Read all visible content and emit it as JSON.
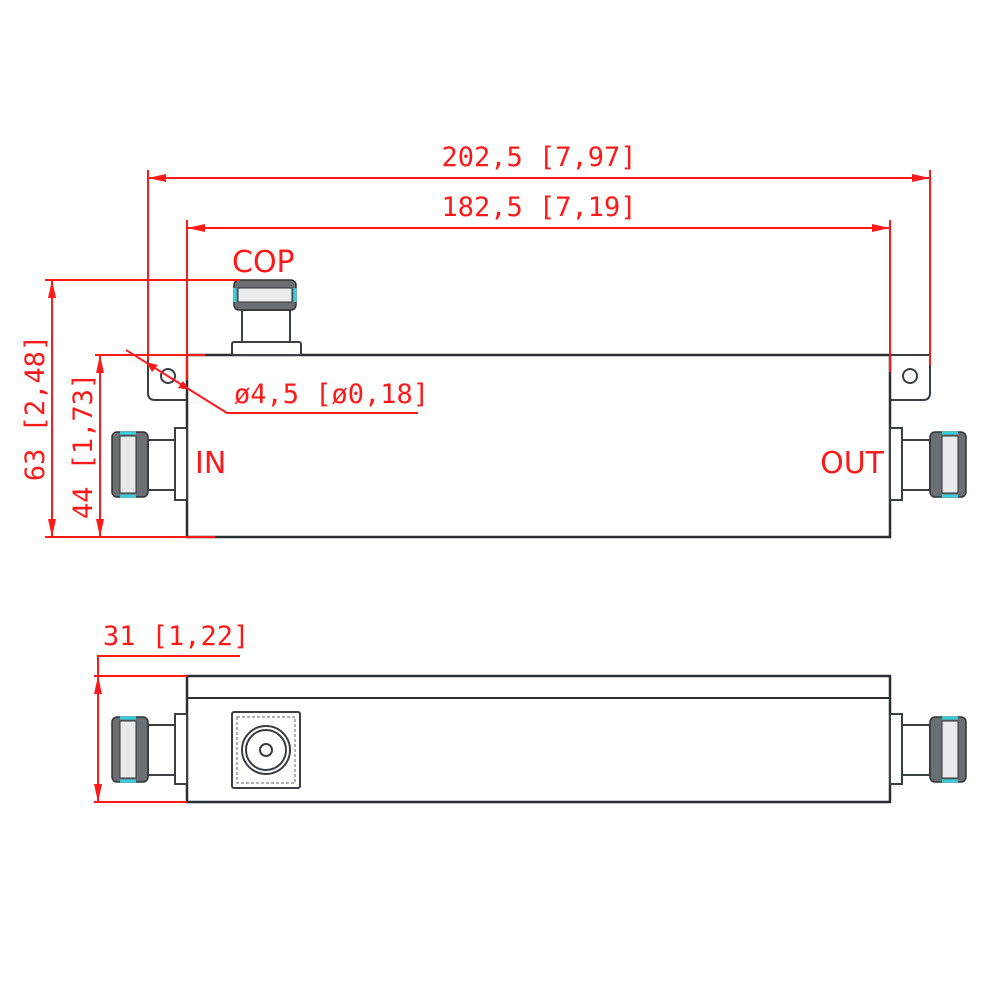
{
  "drawing": {
    "dimensions": {
      "overall_length": "202,5 [7,97]",
      "body_length": "182,5 [7,19]",
      "overall_height": "63 [2,48]",
      "body_height": "44 [1,73]",
      "hole_diameter": "ø4,5 [ø0,18]",
      "body_depth": "31 [1,22]"
    },
    "ports": {
      "coupled": "COP",
      "input": "IN",
      "output": "OUT"
    },
    "colors": {
      "dimension": "#ff1a1a",
      "outline": "#2a2f33",
      "connector_highlight": "#35d0e0"
    }
  }
}
